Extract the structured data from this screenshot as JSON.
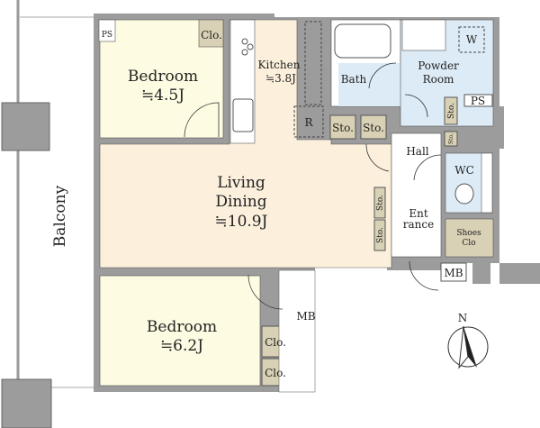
{
  "plan": {
    "balcony": "Balcony",
    "bedroom1": {
      "name": "Bedroom",
      "size": "≒4.5J"
    },
    "bedroom2": {
      "name": "Bedroom",
      "size": "≒6.2J"
    },
    "kitchen": {
      "name": "Kitchen",
      "size": "≒3.8J"
    },
    "living": {
      "name1": "Living",
      "name2": "Dining",
      "size": "≒10.9J"
    },
    "bath": "Bath",
    "powder": {
      "name1": "Powder",
      "name2": "Room"
    },
    "hall": "Hall",
    "wc": "WC",
    "entrance": {
      "name1": "Ent",
      "name2": "rance"
    },
    "shoes": {
      "name1": "Shoes",
      "name2": "Clo"
    },
    "ps": "PS",
    "clo": "Clo.",
    "sto": "Sto.",
    "mb": "MB",
    "w": "W",
    "r": "R",
    "north": "N"
  },
  "colors": {
    "wall": "#9c9c9c",
    "bedroom": "#fdfbe1",
    "living": "#fcf0dd",
    "wet": "#dcebf6",
    "storage": "#d9d1b5"
  }
}
